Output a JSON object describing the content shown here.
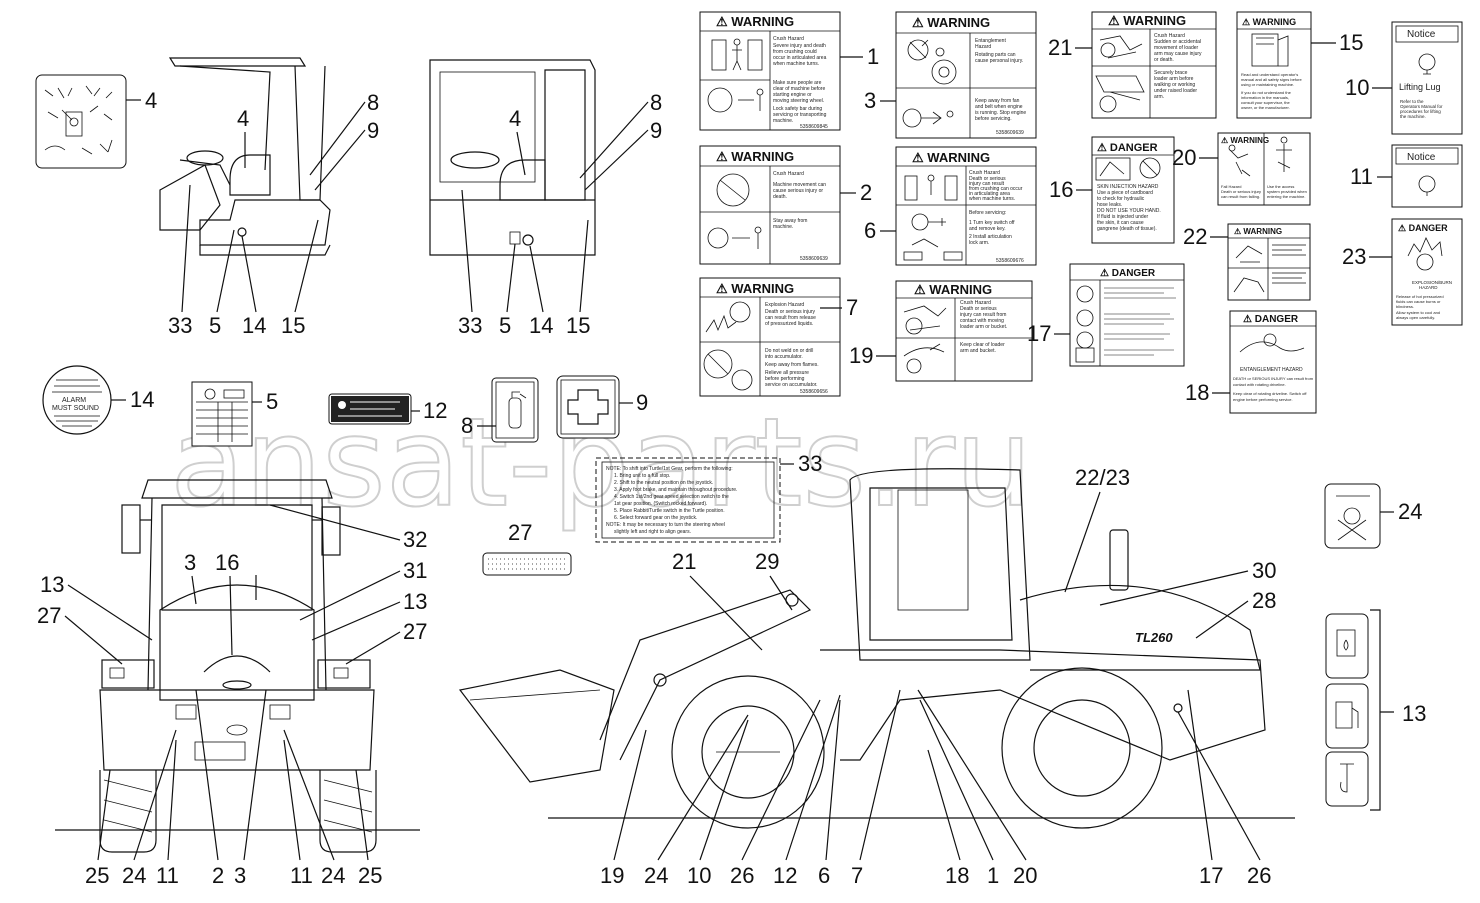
{
  "watermark": "ansat-parts.ru",
  "model_badge": "TL260",
  "decals": {
    "d1": {
      "header": "WARNING",
      "lines": [
        "Crush Hazard",
        "Severe injury and death",
        "from crushing could",
        "occur in articulated area",
        "when machine turns.",
        "Make sure people are",
        "clear of machine before",
        "starting engine or",
        "moving steering wheel.",
        "Lock safety bar during",
        "servicing or transporting",
        "machine."
      ],
      "part": "5358609845"
    },
    "d2": {
      "header": "WARNING",
      "lines": [
        "Crush Hazard",
        "Machine movement can",
        "cause serious injury or",
        "death.",
        "Stay away from",
        "machine."
      ],
      "part": "5358609639"
    },
    "d3": {
      "header": "WARNING",
      "lines": [
        "Entanglement",
        "Hazard",
        "Rotating parts can",
        "cause personal injury.",
        "Keep away from fan",
        "and belt when engine",
        "is running. Stop engine",
        "before servicing."
      ],
      "part": "5358609639"
    },
    "d6": {
      "header": "WARNING",
      "lines": [
        "Crush Hazard",
        "Death or serious",
        "injury can result",
        "from crushing can occur",
        "in articulating area",
        "when machine turns.",
        "Before servicing:",
        "1  Turn key switch off",
        "   and remove key.",
        "2  Install articulation",
        "   lock arm."
      ],
      "part": "5358609676"
    },
    "d7": {
      "header": "WARNING",
      "lines": [
        "Explosion Hazard",
        "Death or serious injury",
        "can result from release",
        "of pressurized liquids.",
        "Do not weld on or drill",
        "into accumulator.",
        "Keep away from flames.",
        "Relieve all pressure",
        "before performing",
        "service on accumulator."
      ],
      "part": "5358609656"
    },
    "d19": {
      "header": "WARNING",
      "lines": [
        "Crush Hazard",
        "Death or serious",
        "injury can result from",
        "contact with moving",
        "loader arm or bucket.",
        "Keep clear of loader",
        "arm and bucket."
      ]
    },
    "d21": {
      "header": "WARNING",
      "lines": [
        "Crush Hazard",
        "Sudden or accidental",
        "movement of loader",
        "arm may cause injury",
        "or death.",
        "Securely brace",
        "loader arm before",
        "walking or working",
        "under raised loader",
        "arm."
      ]
    },
    "d15": {
      "header": "WARNING",
      "lines": [
        "Read and understand operator's",
        "manual and all safety signs before",
        "using or maintaining machine.",
        "If you do not understand the",
        "information in the manuals,",
        "consult your supervisor, the",
        "owner, or the manufacturer."
      ]
    },
    "d10": {
      "header": "Notice",
      "title": "Lifting Lug",
      "lines": [
        "Refer to the",
        "Operators Manual for",
        "procedures for lifting",
        "the machine."
      ]
    },
    "d11": {
      "header": "Notice"
    },
    "d16": {
      "header": "DANGER",
      "lines": [
        "SKIN INJECTION HAZARD",
        "Use a piece of cardboard",
        "to check for hydraulic",
        "hose leaks.",
        "DO NOT USE YOUR HAND.",
        "If fluid is injected under",
        "the skin, it can cause",
        "gangrene (death of tissue)."
      ]
    },
    "d20": {
      "header": "WARNING",
      "lines": [
        "Fall Hazard",
        "Death or serious injury",
        "can result from falling.",
        "Use the access",
        "system provided when",
        "entering the machine."
      ]
    },
    "d17": {
      "header": "DANGER"
    },
    "d22": {
      "header": "WARNING"
    },
    "d23": {
      "header": "DANGER",
      "lines": [
        "EXPLOSION/BURN",
        "HAZARD",
        "Release of hot pressurized",
        "fluids can cause burns or",
        "blindness.",
        "Allow system to cool and",
        "always open carefully."
      ]
    },
    "d18": {
      "header": "DANGER",
      "lines": [
        "ENTANGLEMENT HAZARD",
        "DEATH or SERIOUS INJURY can result from",
        "contact with rotating driveline.",
        "Keep clear of rotating driveline. Switch off",
        "engine before performing service."
      ]
    },
    "d14": {
      "lines": [
        "ALARM",
        "MUST SOUND"
      ]
    },
    "d33": {
      "lines": [
        "NOTE: To shift into Turtle/1st Gear, perform the following:",
        "1. Bring unit to a full stop.",
        "2. Shift to the neutral position on the joystick.",
        "3. Apply foot brake, and maintain throughout procedure.",
        "4. Switch 1st/2nd gear speed selection switch to the",
        "   1st gear position. (Switch rocked forward).",
        "5. Place Rabbit/Turtle switch in the Turtle position.",
        "6. Select forward gear on the joystick.",
        "NOTE: It may be necessary to turn the steering wheel",
        "   slightly left and right to align gears."
      ]
    }
  },
  "callouts": {
    "c1": "1",
    "c2": "2",
    "c3": "3",
    "c6": "6",
    "c7": "7",
    "c19": "19",
    "c21": "21",
    "c15": "15",
    "c10": "10",
    "c11": "11",
    "c20": "20",
    "c16": "16",
    "c22": "22",
    "c23": "23",
    "c17": "17",
    "c18": "18",
    "cab1_4a": "4",
    "cab1_4b": "4",
    "cab1_8": "8",
    "cab1_9": "9",
    "cab1_33": "33",
    "cab1_5": "5",
    "cab1_14": "14",
    "cab1_15": "15",
    "cab2_4": "4",
    "cab2_8": "8",
    "cab2_9": "9",
    "cab2_33": "33",
    "cab2_5": "5",
    "cab2_14": "14",
    "cab2_15": "15",
    "mid_14": "14",
    "mid_5": "5",
    "mid_12": "12",
    "mid_8": "8",
    "mid_9": "9",
    "mid_33": "33",
    "mid_27": "27",
    "fr_32": "32",
    "fr_3": "3",
    "fr_16": "16",
    "fr_31": "31",
    "fr_13a": "13",
    "fr_13b": "13",
    "fr_27a": "27",
    "fr_27b": "27",
    "fr_b25a": "25",
    "fr_b24a": "24",
    "fr_b11a": "11",
    "fr_b2": "2",
    "fr_b3": "3",
    "fr_b11b": "11",
    "fr_b24b": "24",
    "fr_b25b": "25",
    "sd_21": "21",
    "sd_29": "29",
    "sd_2223": "22/23",
    "sd_30": "30",
    "sd_28": "28",
    "sd_24r": "24",
    "sd_13r": "13",
    "sb_19": "19",
    "sb_24": "24",
    "sb_10": "10",
    "sb_26": "26",
    "sb_12": "12",
    "sb_6": "6",
    "sb_7": "7",
    "sb_18": "18",
    "sb_1": "1",
    "sb_20": "20",
    "sb_17": "17",
    "sb_26b": "26"
  },
  "icons": [
    "warning-triangle-icon",
    "crush-hazard-icon",
    "entanglement-icon",
    "explosion-icon",
    "key-icon",
    "fire-extinguisher-icon",
    "first-aid-icon",
    "lifting-lug-icon",
    "tie-down-icon",
    "coolant-icon",
    "fuel-icon",
    "hydraulic-oil-icon",
    "seat-belt-icon"
  ]
}
